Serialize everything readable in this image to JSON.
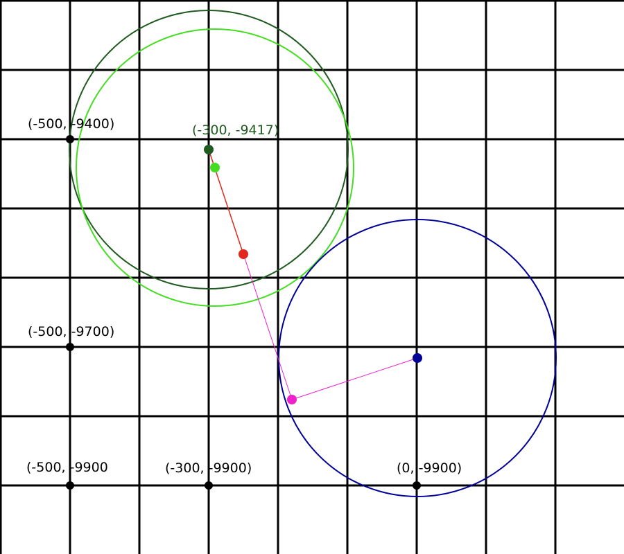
{
  "colors": {
    "background": "#ffffff",
    "grid": "#000000",
    "dark_green": "#1f5a1f",
    "light_green": "#44dd22",
    "red": "#e0281c",
    "magenta": "#ee22cc",
    "blue": "#000099",
    "black": "#000000"
  },
  "labels": {
    "p1": "(-500, -9400)",
    "p2": "(-300, -9417)",
    "p3": "(-500, -9700)",
    "p4": "(-500, -9900",
    "p5": "(-300, -9900)",
    "p6": "(0, -9900)"
  },
  "points": [
    {
      "name": "corner-point-a",
      "label_key": "p1",
      "color": "black"
    },
    {
      "name": "corner-point-b",
      "label_key": "p3",
      "color": "black"
    },
    {
      "name": "corner-point-c",
      "label_key": "p4",
      "color": "black"
    },
    {
      "name": "corner-point-d",
      "label_key": "p5",
      "color": "black"
    },
    {
      "name": "corner-point-e",
      "label_key": "p6",
      "color": "black"
    }
  ]
}
